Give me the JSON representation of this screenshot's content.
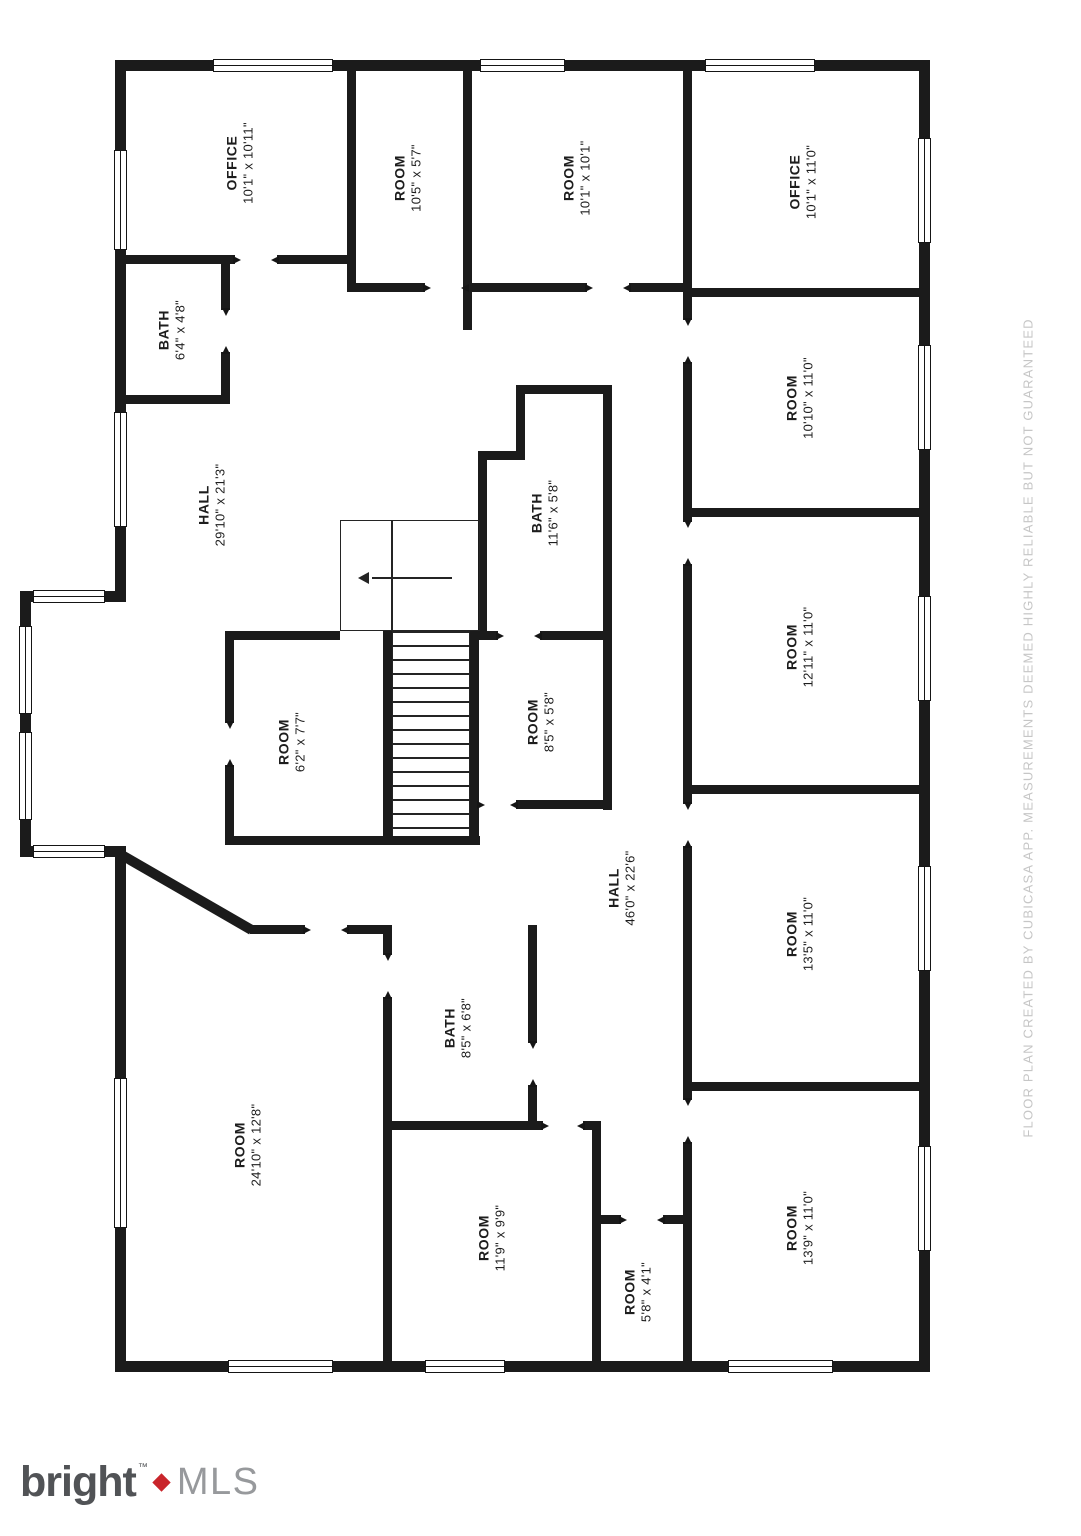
{
  "rooms": [
    {
      "name": "OFFICE",
      "dims": "10'1\" x 10'11\""
    },
    {
      "name": "ROOM",
      "dims": "10'5\" x 5'7\""
    },
    {
      "name": "ROOM",
      "dims": "10'1\" x 10'1\""
    },
    {
      "name": "OFFICE",
      "dims": "10'1\" x 11'0\""
    },
    {
      "name": "BATH",
      "dims": "6'4\" x 4'8\""
    },
    {
      "name": "ROOM",
      "dims": "10'10\" x 11'0\""
    },
    {
      "name": "HALL",
      "dims": "29'10\" x 21'3\""
    },
    {
      "name": "BATH",
      "dims": "11'6\" x 5'8\""
    },
    {
      "name": "ROOM",
      "dims": "12'11\" x 11'0\""
    },
    {
      "name": "ROOM",
      "dims": "6'2\" x 7'7\""
    },
    {
      "name": "ROOM",
      "dims": "8'5\" x 5'8\""
    },
    {
      "name": "HALL",
      "dims": "46'0\" x 22'6\""
    },
    {
      "name": "ROOM",
      "dims": "13'5\" x 11'0\""
    },
    {
      "name": "BATH",
      "dims": "8'5\" x 6'8\""
    },
    {
      "name": "ROOM",
      "dims": "24'10\" x 12'8\""
    },
    {
      "name": "ROOM",
      "dims": "11'9\" x 9'9\""
    },
    {
      "name": "ROOM",
      "dims": "5'8\" x 4'1\""
    },
    {
      "name": "ROOM",
      "dims": "13'9\" x 11'0\""
    }
  ],
  "watermark": "FLOOR PLAN CREATED BY CUBICASA APP. MEASUREMENTS DEEMED HIGHLY RELIABLE BUT NOT GUARANTEED",
  "logo": {
    "brand": "bright",
    "tm": "™",
    "suffix": "MLS"
  },
  "colors": {
    "wall": "#1b1b1b",
    "label": "#1d1d1d",
    "watermark": "#c6c6c6",
    "logo_brand": "#515356",
    "logo_suffix": "#97999c",
    "logo_mark": "#c9252b"
  }
}
